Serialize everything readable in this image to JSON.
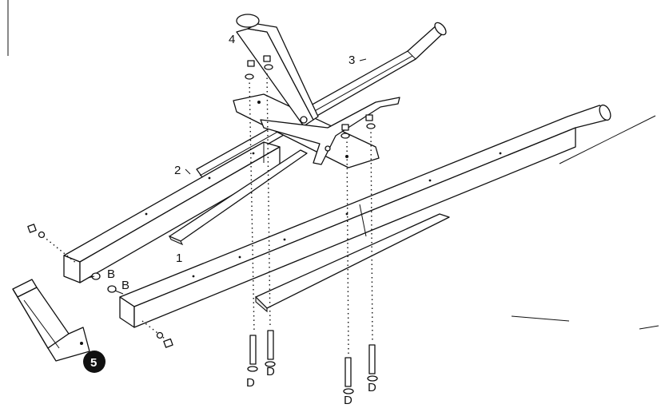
{
  "labels": {
    "part1": "1",
    "part2": "2",
    "part3": "3",
    "part4": "4",
    "part5": "5",
    "bolt_b_1": "B",
    "bolt_b_2": "B",
    "bolt_d_1": "D",
    "bolt_d_2": "D",
    "bolt_d_3": "D",
    "bolt_d_4": "D"
  },
  "colors": {
    "line": "#111111",
    "background": "#ffffff",
    "callout_fill": "#111111"
  }
}
